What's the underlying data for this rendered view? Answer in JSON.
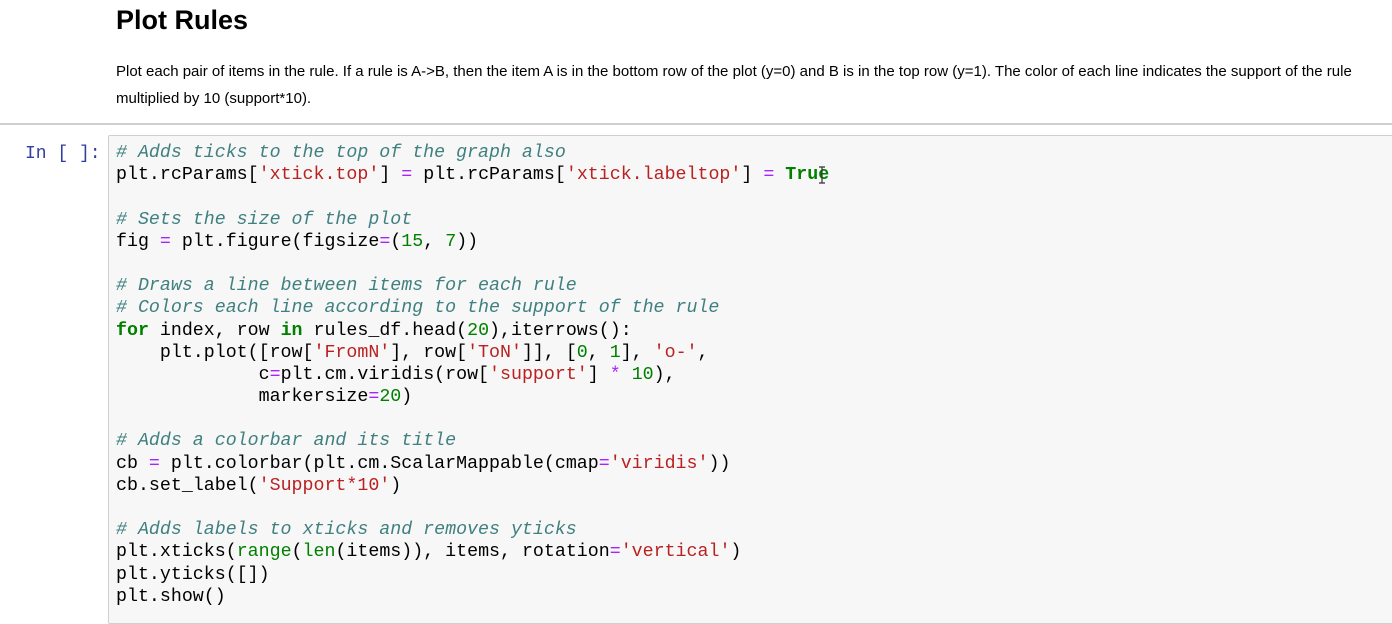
{
  "heading": "Plot Rules",
  "paragraph": "Plot each pair of items in the rule. If a rule is A->B, then the item A is in the bottom row of the plot (y=0) and B is in the top row (y=1). The color of each line indicates the support of the rule multiplied by 10 (support*10).",
  "prompt": "In [ ]:",
  "code_lines": [
    [
      [
        "c",
        "# Adds ticks to the top of the graph also"
      ]
    ],
    [
      [
        "p",
        "plt.rcParams["
      ],
      [
        "s",
        "'xtick.top'"
      ],
      [
        "p",
        "] "
      ],
      [
        "o",
        "="
      ],
      [
        "p",
        " plt.rcParams["
      ],
      [
        "s",
        "'xtick.labeltop'"
      ],
      [
        "p",
        "] "
      ],
      [
        "o",
        "="
      ],
      [
        "p",
        " "
      ],
      [
        "k",
        "True"
      ]
    ],
    [],
    [
      [
        "c",
        "# Sets the size of the plot"
      ]
    ],
    [
      [
        "p",
        "fig "
      ],
      [
        "o",
        "="
      ],
      [
        "p",
        " plt.figure(figsize"
      ],
      [
        "o",
        "="
      ],
      [
        "p",
        "("
      ],
      [
        "n",
        "15"
      ],
      [
        "p",
        ", "
      ],
      [
        "n",
        "7"
      ],
      [
        "p",
        "))"
      ]
    ],
    [],
    [
      [
        "c",
        "# Draws a line between items for each rule"
      ]
    ],
    [
      [
        "c",
        "# Colors each line according to the support of the rule"
      ]
    ],
    [
      [
        "k",
        "for"
      ],
      [
        "p",
        " index, row "
      ],
      [
        "k",
        "in"
      ],
      [
        "p",
        " rules_df.head("
      ],
      [
        "n",
        "20"
      ],
      [
        "p",
        "),iterrows():"
      ]
    ],
    [
      [
        "p",
        "    plt.plot([row["
      ],
      [
        "s",
        "'FromN'"
      ],
      [
        "p",
        "], row["
      ],
      [
        "s",
        "'ToN'"
      ],
      [
        "p",
        "]], ["
      ],
      [
        "n",
        "0"
      ],
      [
        "p",
        ", "
      ],
      [
        "n",
        "1"
      ],
      [
        "p",
        "], "
      ],
      [
        "s",
        "'o-'"
      ],
      [
        "p",
        ","
      ]
    ],
    [
      [
        "p",
        "             c"
      ],
      [
        "o",
        "="
      ],
      [
        "p",
        "plt.cm.viridis(row["
      ],
      [
        "s",
        "'support'"
      ],
      [
        "p",
        "] "
      ],
      [
        "o",
        "*"
      ],
      [
        "p",
        " "
      ],
      [
        "n",
        "10"
      ],
      [
        "p",
        "),"
      ]
    ],
    [
      [
        "p",
        "             markersize"
      ],
      [
        "o",
        "="
      ],
      [
        "n",
        "20"
      ],
      [
        "p",
        ")"
      ]
    ],
    [],
    [
      [
        "c",
        "# Adds a colorbar and its title"
      ]
    ],
    [
      [
        "p",
        "cb "
      ],
      [
        "o",
        "="
      ],
      [
        "p",
        " plt.colorbar(plt.cm.ScalarMappable(cmap"
      ],
      [
        "o",
        "="
      ],
      [
        "s",
        "'viridis'"
      ],
      [
        "p",
        "))"
      ]
    ],
    [
      [
        "p",
        "cb.set_label("
      ],
      [
        "s",
        "'Support*10'"
      ],
      [
        "p",
        ")"
      ]
    ],
    [],
    [
      [
        "c",
        "# Adds labels to xticks and removes yticks"
      ]
    ],
    [
      [
        "p",
        "plt.xticks("
      ],
      [
        "b",
        "range"
      ],
      [
        "p",
        "("
      ],
      [
        "b",
        "len"
      ],
      [
        "p",
        "(items)), items, rotation"
      ],
      [
        "o",
        "="
      ],
      [
        "s",
        "'vertical'"
      ],
      [
        "p",
        ")"
      ]
    ],
    [
      [
        "p",
        "plt.yticks([])"
      ]
    ],
    [
      [
        "p",
        "plt.show()"
      ]
    ]
  ]
}
